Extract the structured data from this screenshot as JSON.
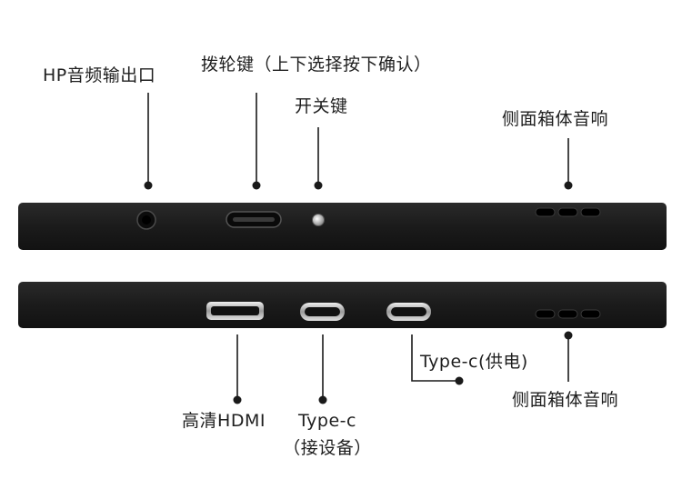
{
  "colors": {
    "background": "#ffffff",
    "device_body": "#1b1b1b",
    "port_metal": "#c8c8c8",
    "leader_line": "#1a1a1a",
    "text": "#1e1e1e"
  },
  "top_edge": {
    "labels": {
      "hp_out": "HP音频输出口",
      "scroll_key": "拨轮键（上下选择按下确认）",
      "power_key": "开关键",
      "speaker": "侧面箱体音响"
    }
  },
  "bottom_edge": {
    "labels": {
      "hdmi": "高清HDMI",
      "typec_data_line1": "Type-c",
      "typec_data_line2": "（接设备）",
      "typec_power": "Type-c(供电)",
      "speaker": "侧面箱体音响"
    }
  }
}
